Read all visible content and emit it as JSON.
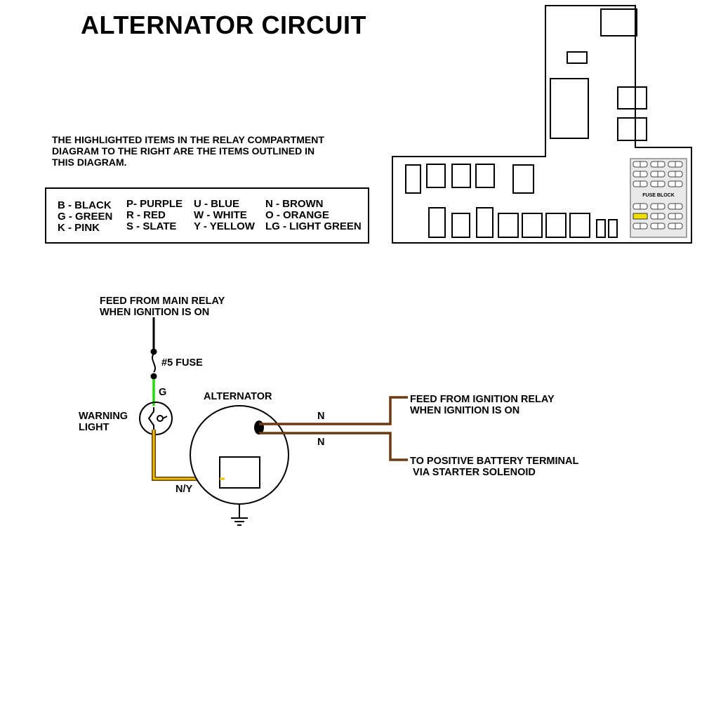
{
  "title": "ALTERNATOR CIRCUIT",
  "intro_lines": [
    "THE HIGHLIGHTED ITEMS IN THE RELAY COMPARTMENT",
    "DIAGRAM TO THE RIGHT ARE THE ITEMS OUTLINED IN",
    "THIS DIAGRAM."
  ],
  "legend": {
    "columns": [
      [
        "B - BLACK",
        "G - GREEN",
        "K - PINK"
      ],
      [
        "P- PURPLE",
        "R - RED",
        "S - SLATE"
      ],
      [
        "U - BLUE",
        "W - WHITE",
        "Y - YELLOW"
      ],
      [
        "N - BROWN",
        "O - ORANGE",
        "LG - LIGHT GREEN"
      ]
    ]
  },
  "relay_compartment": {
    "fuse_block_label": "FUSE BLOCK",
    "highlight_color": "#f0e000"
  },
  "circuit": {
    "feed_main_relay": [
      "FEED FROM MAIN RELAY",
      "WHEN IGNITION IS ON"
    ],
    "fuse_label": "#5 FUSE",
    "green_wire_label": "G",
    "warning_light_label": [
      "WARNING",
      "LIGHT"
    ],
    "alternator_label": "ALTERNATOR",
    "ny_wire_label": "N/Y",
    "brown_wire_label_1": "N",
    "brown_wire_label_2": "N",
    "feed_ignition_relay": [
      "FEED FROM IGNITION RELAY",
      "WHEN IGNITION IS ON"
    ],
    "battery_terminal": [
      "TO POSITIVE BATTERY TERMINAL",
      " VIA STARTER SOLENOID"
    ]
  },
  "colors": {
    "black_wire": "#000000",
    "green_wire": "#22dd00",
    "yellow_wire": "#e8c000",
    "brown_wire": "#6b3a10"
  }
}
